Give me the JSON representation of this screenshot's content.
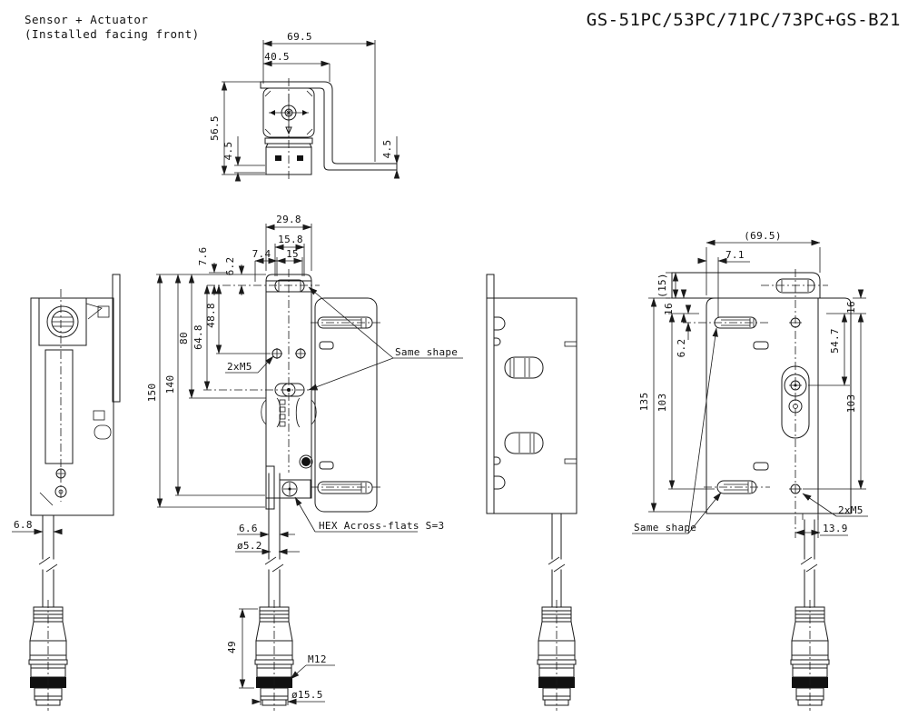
{
  "header": {
    "product_label": "Sensor + Actuator",
    "install_note": "(Installed facing front)",
    "title": "GS-51PC/53PC/71PC/73PC+GS-B21"
  },
  "colors": {
    "line": "#1a1a1a",
    "background": "#ffffff"
  },
  "views": {
    "top": {
      "outer_width": "69.5",
      "head_width": "40.5",
      "overall_height": "56.5",
      "left_thickness": "4.5",
      "right_thickness": "4.5"
    },
    "side_left": {
      "cable_width": "6.8"
    },
    "front": {
      "body_width": "29.8",
      "slot_len_outer": "15.8",
      "slot_len": "15",
      "offset_a": "7.4",
      "offset_b": "6.2",
      "offset_c": "7.6",
      "hole_span": "48.8",
      "slot_span": "64.8",
      "span_80": "80",
      "span_140": "140",
      "span_150": "150",
      "thread_note": "2xM5",
      "same_shape": "Same shape",
      "hex_note": "HEX Across-flats S=3",
      "cable_width": "6.6",
      "cable_dia": "ø5.2",
      "connector_len": "49",
      "connector_thread": "M12",
      "connector_dia": "ø15.5"
    },
    "rear": {
      "overall_width": "(69.5)",
      "offset_a": "7.1",
      "flange_height": "(15)",
      "offset_left_16": "16",
      "offset_b": "6.2",
      "hole_span": "54.7",
      "offset_right_16": "16",
      "height_135": "135",
      "span_103_left": "103",
      "span_103_right": "103",
      "thread_note": "2xM5",
      "same_shape": "Same shape",
      "offset_13_9": "13.9"
    }
  }
}
